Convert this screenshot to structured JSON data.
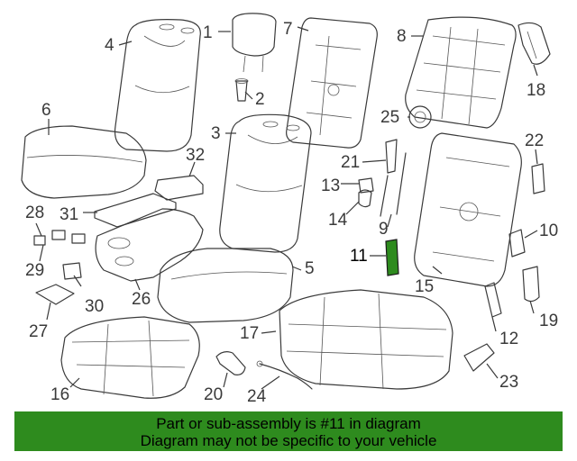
{
  "callouts": [
    {
      "id": "c1",
      "text": "1"
    },
    {
      "id": "c2",
      "text": "2"
    },
    {
      "id": "c3",
      "text": "3"
    },
    {
      "id": "c4",
      "text": "4"
    },
    {
      "id": "c5",
      "text": "5"
    },
    {
      "id": "c6",
      "text": "6"
    },
    {
      "id": "c7",
      "text": "7"
    },
    {
      "id": "c8",
      "text": "8"
    },
    {
      "id": "c9",
      "text": "9"
    },
    {
      "id": "c10",
      "text": "10"
    },
    {
      "id": "c11",
      "text": "11"
    },
    {
      "id": "c12",
      "text": "12"
    },
    {
      "id": "c13",
      "text": "13"
    },
    {
      "id": "c14",
      "text": "14"
    },
    {
      "id": "c15",
      "text": "15"
    },
    {
      "id": "c16",
      "text": "16"
    },
    {
      "id": "c17",
      "text": "17"
    },
    {
      "id": "c18",
      "text": "18"
    },
    {
      "id": "c19",
      "text": "19"
    },
    {
      "id": "c20",
      "text": "20"
    },
    {
      "id": "c21",
      "text": "21"
    },
    {
      "id": "c22",
      "text": "22"
    },
    {
      "id": "c23",
      "text": "23"
    },
    {
      "id": "c24",
      "text": "24"
    },
    {
      "id": "c25",
      "text": "25"
    },
    {
      "id": "c26",
      "text": "26"
    },
    {
      "id": "c27",
      "text": "27"
    },
    {
      "id": "c28",
      "text": "28"
    },
    {
      "id": "c29",
      "text": "29"
    },
    {
      "id": "c30",
      "text": "30"
    },
    {
      "id": "c31",
      "text": "31"
    },
    {
      "id": "c32",
      "text": "32"
    }
  ],
  "highlight_part": "11",
  "colors": {
    "highlight": "#2e8b1e",
    "banner": "#2e8b1e",
    "line": "#3a3a3a"
  },
  "banner": {
    "line1": "Part or sub-assembly is #11 in diagram",
    "line2": "Diagram may not be specific to your vehicle"
  }
}
